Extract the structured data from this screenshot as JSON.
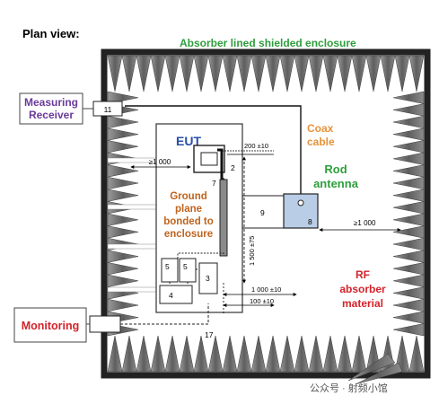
{
  "title": "Plan view:",
  "enclosure_label": "Absorber lined shielded enclosure",
  "labels": {
    "measuring_receiver_line1": "Measuring",
    "measuring_receiver_line2": "Receiver",
    "eut": "EUT",
    "coax_line1": "Coax",
    "coax_line2": "cable",
    "rod_line1": "Rod",
    "rod_line2": "antenna",
    "ground_line1": "Ground",
    "ground_line2": "plane",
    "ground_line3": "bonded to",
    "ground_line4": "enclosure",
    "rf_line1": "RF",
    "rf_line2": "absorber",
    "rf_line3": "material",
    "monitoring": "Monitoring",
    "watermark": "公众号 · 射频小馆"
  },
  "numbers": {
    "n11": "11",
    "n2": "2",
    "n7": "7",
    "n9": "9",
    "n8": "8",
    "n5a": "5",
    "n5b": "5",
    "n3": "3",
    "n4": "4",
    "n17": "17"
  },
  "dimensions": {
    "d200": "200 ±10",
    "d1000_left": "≥1 000",
    "d1500": "1 500 ±75",
    "d1000_right": "≥1 000",
    "d1000_bottom": "1 000 ±10",
    "d100": "100 ±10"
  },
  "colors": {
    "green": "#2e9e3c",
    "purple": "#6a3a9a",
    "red": "#d2232a",
    "orange": "#e8923a",
    "brown": "#c0641e",
    "blue": "#2a4fa8",
    "antenna_fill": "#b9cde6",
    "absorber": "#7a7a7a"
  }
}
